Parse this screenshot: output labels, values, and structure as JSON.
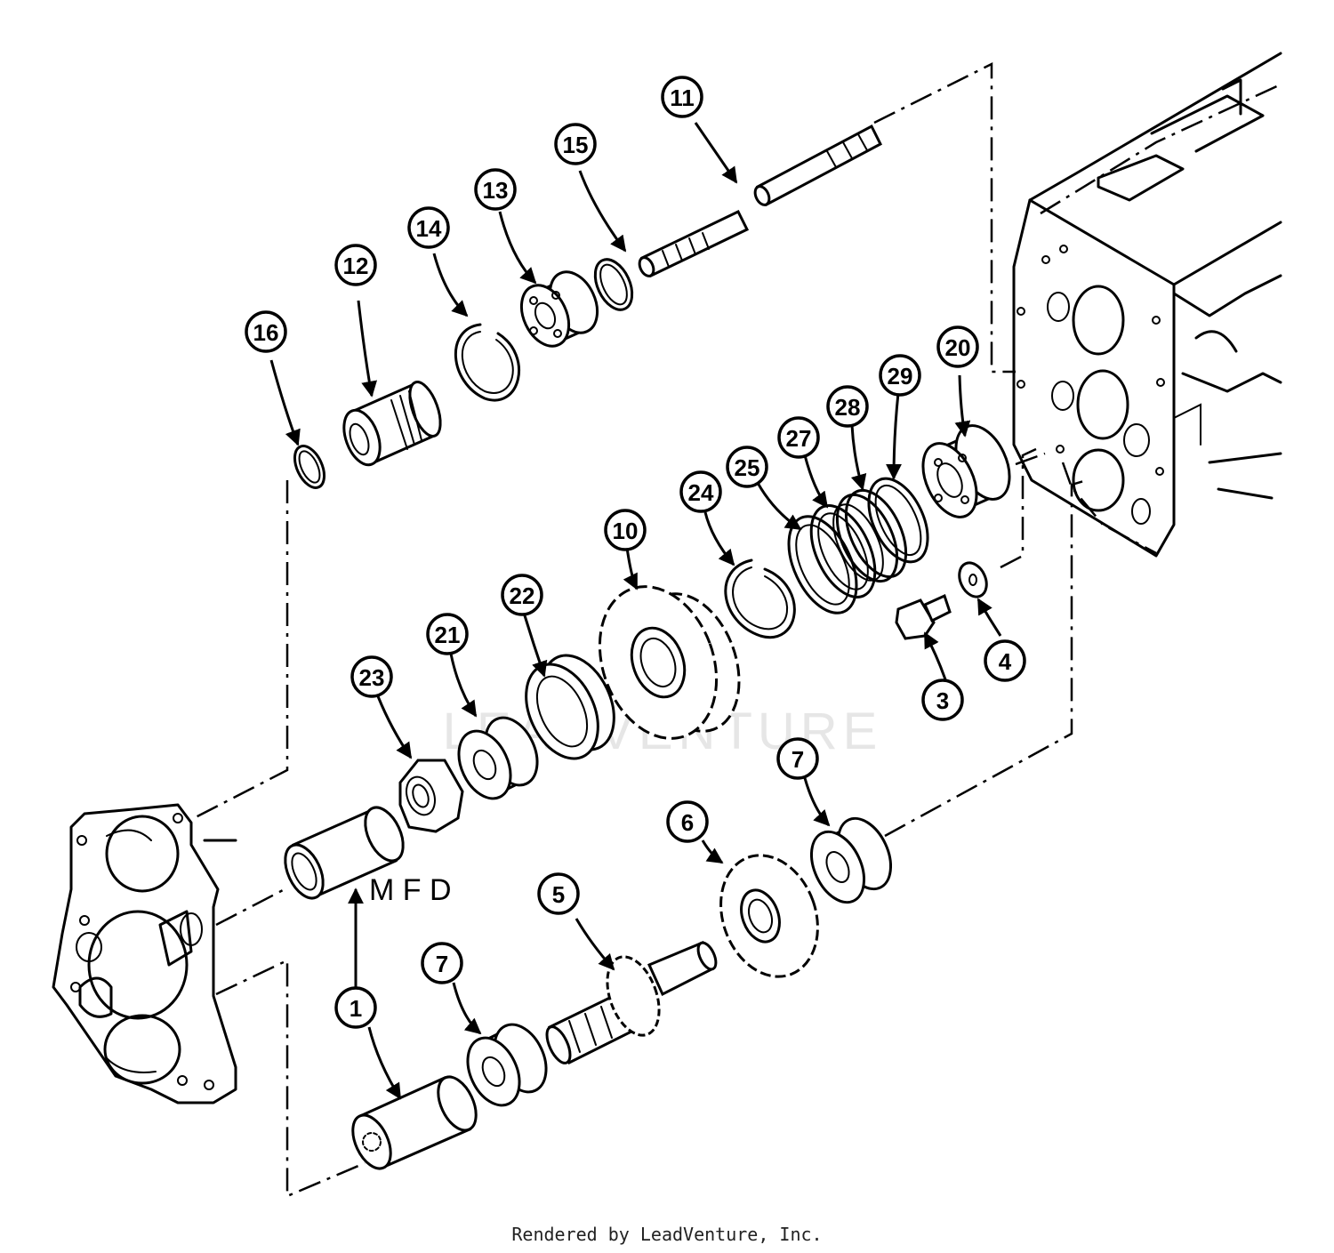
{
  "diagram": {
    "watermark": "LEADVENTURE",
    "side_label": "M F D",
    "footer": "Rendered by LeadVenture, Inc.",
    "callouts": [
      "1",
      "3",
      "4",
      "5",
      "6",
      "7",
      "7",
      "10",
      "11",
      "12",
      "13",
      "14",
      "15",
      "16",
      "20",
      "21",
      "22",
      "23",
      "24",
      "25",
      "27",
      "28",
      "29"
    ]
  }
}
